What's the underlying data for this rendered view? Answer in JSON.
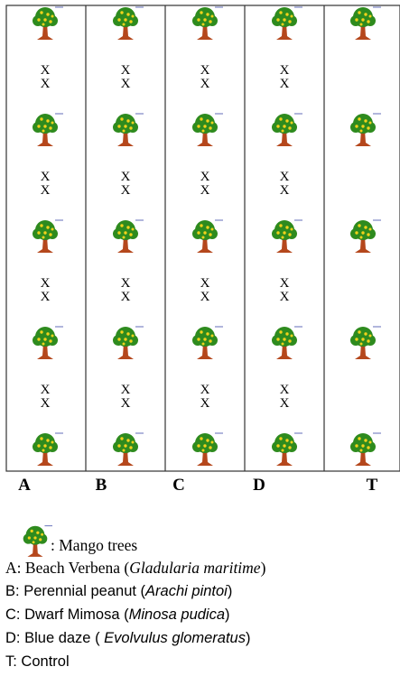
{
  "diagram": {
    "columns": [
      "A",
      "B",
      "C",
      "D",
      "T"
    ],
    "tree_rows": 5,
    "x_marks_per_gap": [
      "X",
      "X"
    ],
    "x_columns": [
      "A",
      "B",
      "C",
      "D"
    ],
    "tree_icon": "mango-tree-icon",
    "colors": {
      "foliage": "#2e8b1e",
      "fruit": "#f2d21b",
      "trunk": "#b5471c",
      "border": "#333333"
    }
  },
  "legend": {
    "tree_label": ": Mango trees",
    "items": [
      {
        "code": "A",
        "sep": ": ",
        "name": "Beach Verbena",
        "pre": " (",
        "sci": "Gladularia maritime",
        "post": ")"
      },
      {
        "code": "B",
        "sep": ": ",
        "name": "Perennial peanut",
        "pre": " (",
        "sci": "Arachi pintoi",
        "post": ")"
      },
      {
        "code": "C",
        "sep": ": ",
        "name": "Dwarf Mimosa",
        "pre": " (",
        "sci": "Minosa pudica",
        "post": ")"
      },
      {
        "code": "D",
        "sep": ": ",
        "name": "Blue daze",
        "pre": " ( ",
        "sci": "Evolvulus glomeratus",
        "post": ")"
      },
      {
        "code": "T",
        "sep": ": ",
        "name": "Control",
        "pre": "",
        "sci": "",
        "post": ""
      }
    ]
  }
}
